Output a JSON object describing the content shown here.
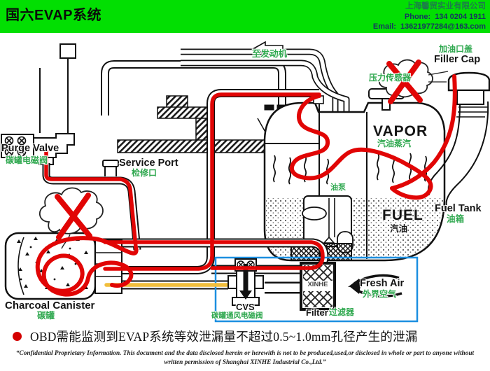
{
  "header": {
    "title": "国六EVAP系统",
    "company": "上海馨贸实业有限公司",
    "phone_label": "Phone:",
    "phone": "134 0204 1911",
    "email_label": "Email:",
    "email": "13621977284@163.com"
  },
  "colors": {
    "header_green": "#02DF02",
    "label_green": "#2fa84f",
    "marker_red": "#e10505",
    "hose_yellow": "#f1be3c",
    "highlight_box_blue": "#1c8fe0",
    "contact_navy": "#17365f",
    "company_green": "#1d7a4c",
    "bullet_red": "#d40000"
  },
  "diagram": {
    "labels": {
      "to_engine": "至发动机",
      "pressure_sensor": "压力传感器",
      "filler_cap_cn": "加油口盖",
      "filler_cap_en": "Filler Cap",
      "purge_valve_en": "Purge Valve",
      "purge_valve_cn": "碳罐电磁阀",
      "service_port_en": "Service Port",
      "service_port_cn": "检修口",
      "vapor_en": "VAPOR",
      "vapor_cn": "汽油蒸汽",
      "fuel_pump_cn": "油泵",
      "fuel_en": "FUEL",
      "fuel_cn": "汽油",
      "fuel_tank_en": "Fuel Tank",
      "fuel_tank_cn": "油箱",
      "charcoal_canister_en": "Charcoal Canister",
      "charcoal_canister_cn": "碳罐",
      "cvs_en": "CVS",
      "cvs_cn": "碳罐通风电磁阀",
      "filter_en": "Filter",
      "filter_cn": "过滤器",
      "fresh_air_en": "Fresh Air",
      "fresh_air_cn": "外界空气",
      "filter_brand": "XINHE"
    }
  },
  "note": {
    "text": "OBD需能监测到EVAP系统等效泄漏量不超过0.5~1.0mm孔径产生的泄漏"
  },
  "footer": {
    "text": "“Confidential Proprietary Information. This document and the data disclosed herein or herewith is not to be produced,used,or disclosed in whole or part to anyone without written permission of Shanghai XINHE Industrial Co.,Ltd.”"
  }
}
